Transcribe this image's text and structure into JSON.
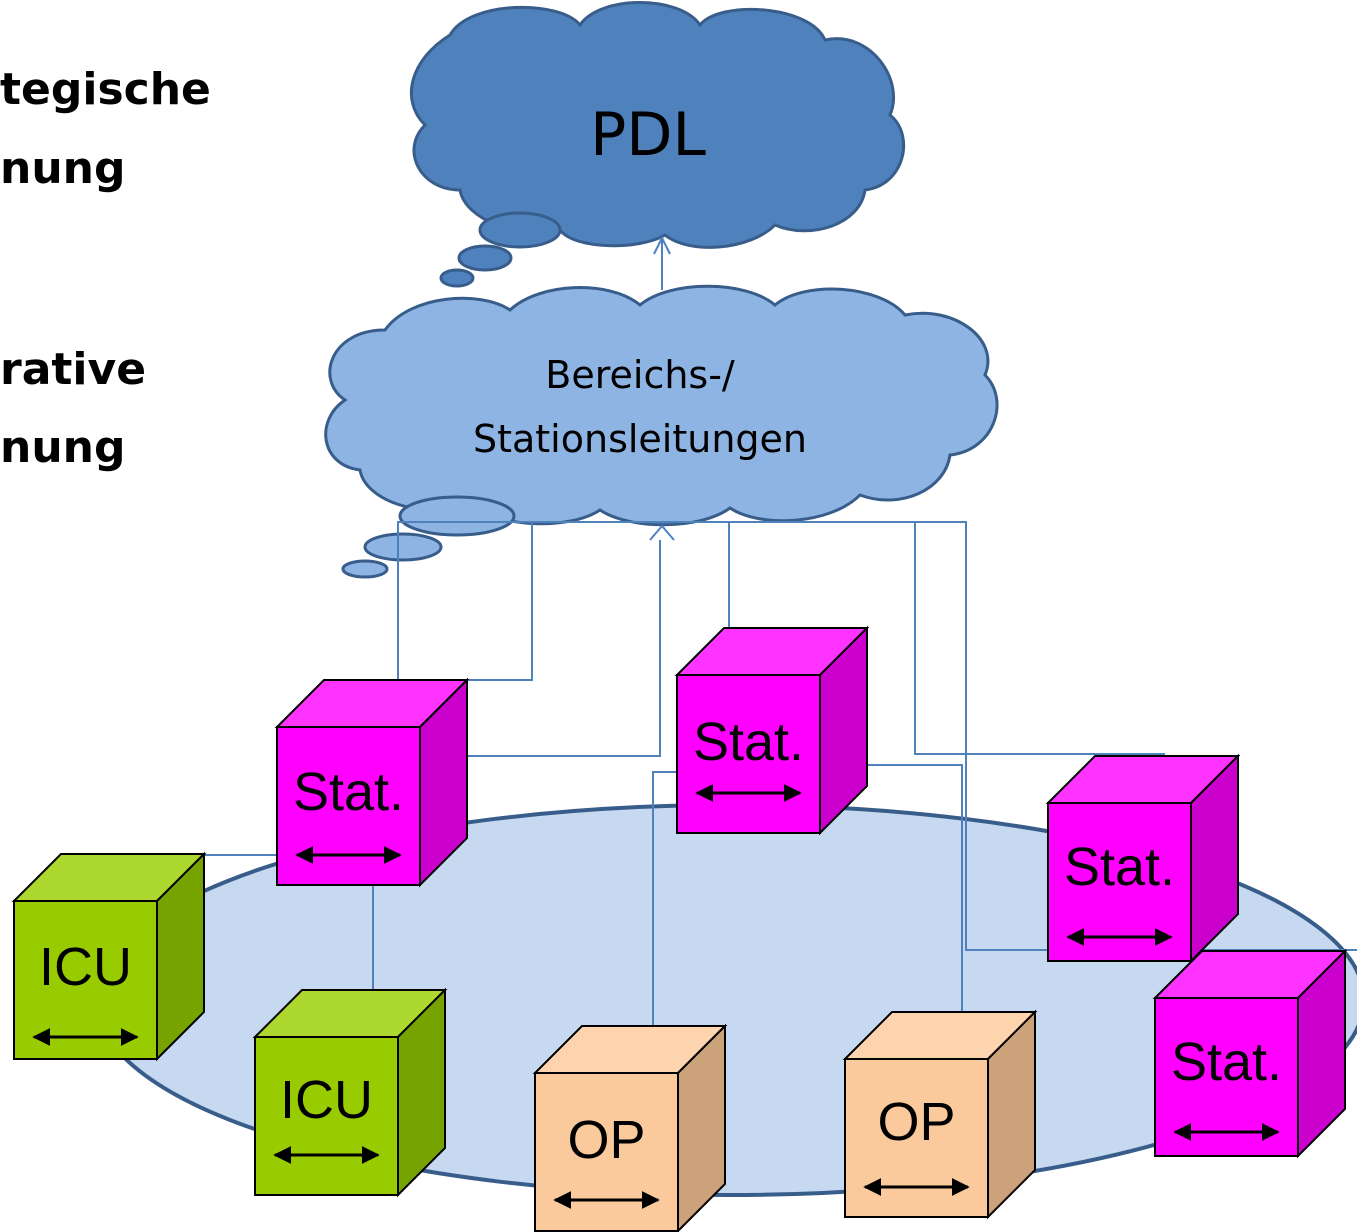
{
  "side_labels": {
    "strategic_line1": "tegische",
    "strategic_line2": "nung",
    "operative_line1": "rative",
    "operative_line2": "nung"
  },
  "clouds": {
    "top": {
      "label": "PDL",
      "fill": "#4f81bd"
    },
    "middle": {
      "label_line1": "Bereichs-/",
      "label_line2": "Stationsleitungen",
      "fill": "#8eb4e3"
    }
  },
  "units": [
    {
      "label": "Stat.",
      "kind": "station"
    },
    {
      "label": "Stat.",
      "kind": "station"
    },
    {
      "label": "Stat.",
      "kind": "station"
    },
    {
      "label": "Stat.",
      "kind": "station"
    },
    {
      "label": "ICU",
      "kind": "icu"
    },
    {
      "label": "ICU",
      "kind": "icu"
    },
    {
      "label": "OP",
      "kind": "op"
    },
    {
      "label": "OP",
      "kind": "op"
    }
  ],
  "colors": {
    "station": {
      "front": "#ff00ff",
      "top": "#ff33ff",
      "side": "#cc00cc"
    },
    "icu": {
      "front": "#99cc00",
      "top": "#add82f",
      "side": "#77a300"
    },
    "op": {
      "front": "#fac99c",
      "top": "#fdd4ad",
      "side": "#cca27a"
    },
    "platform": "#c6d9f1",
    "outline": "#385d8a",
    "connector": "#4f81bd"
  }
}
